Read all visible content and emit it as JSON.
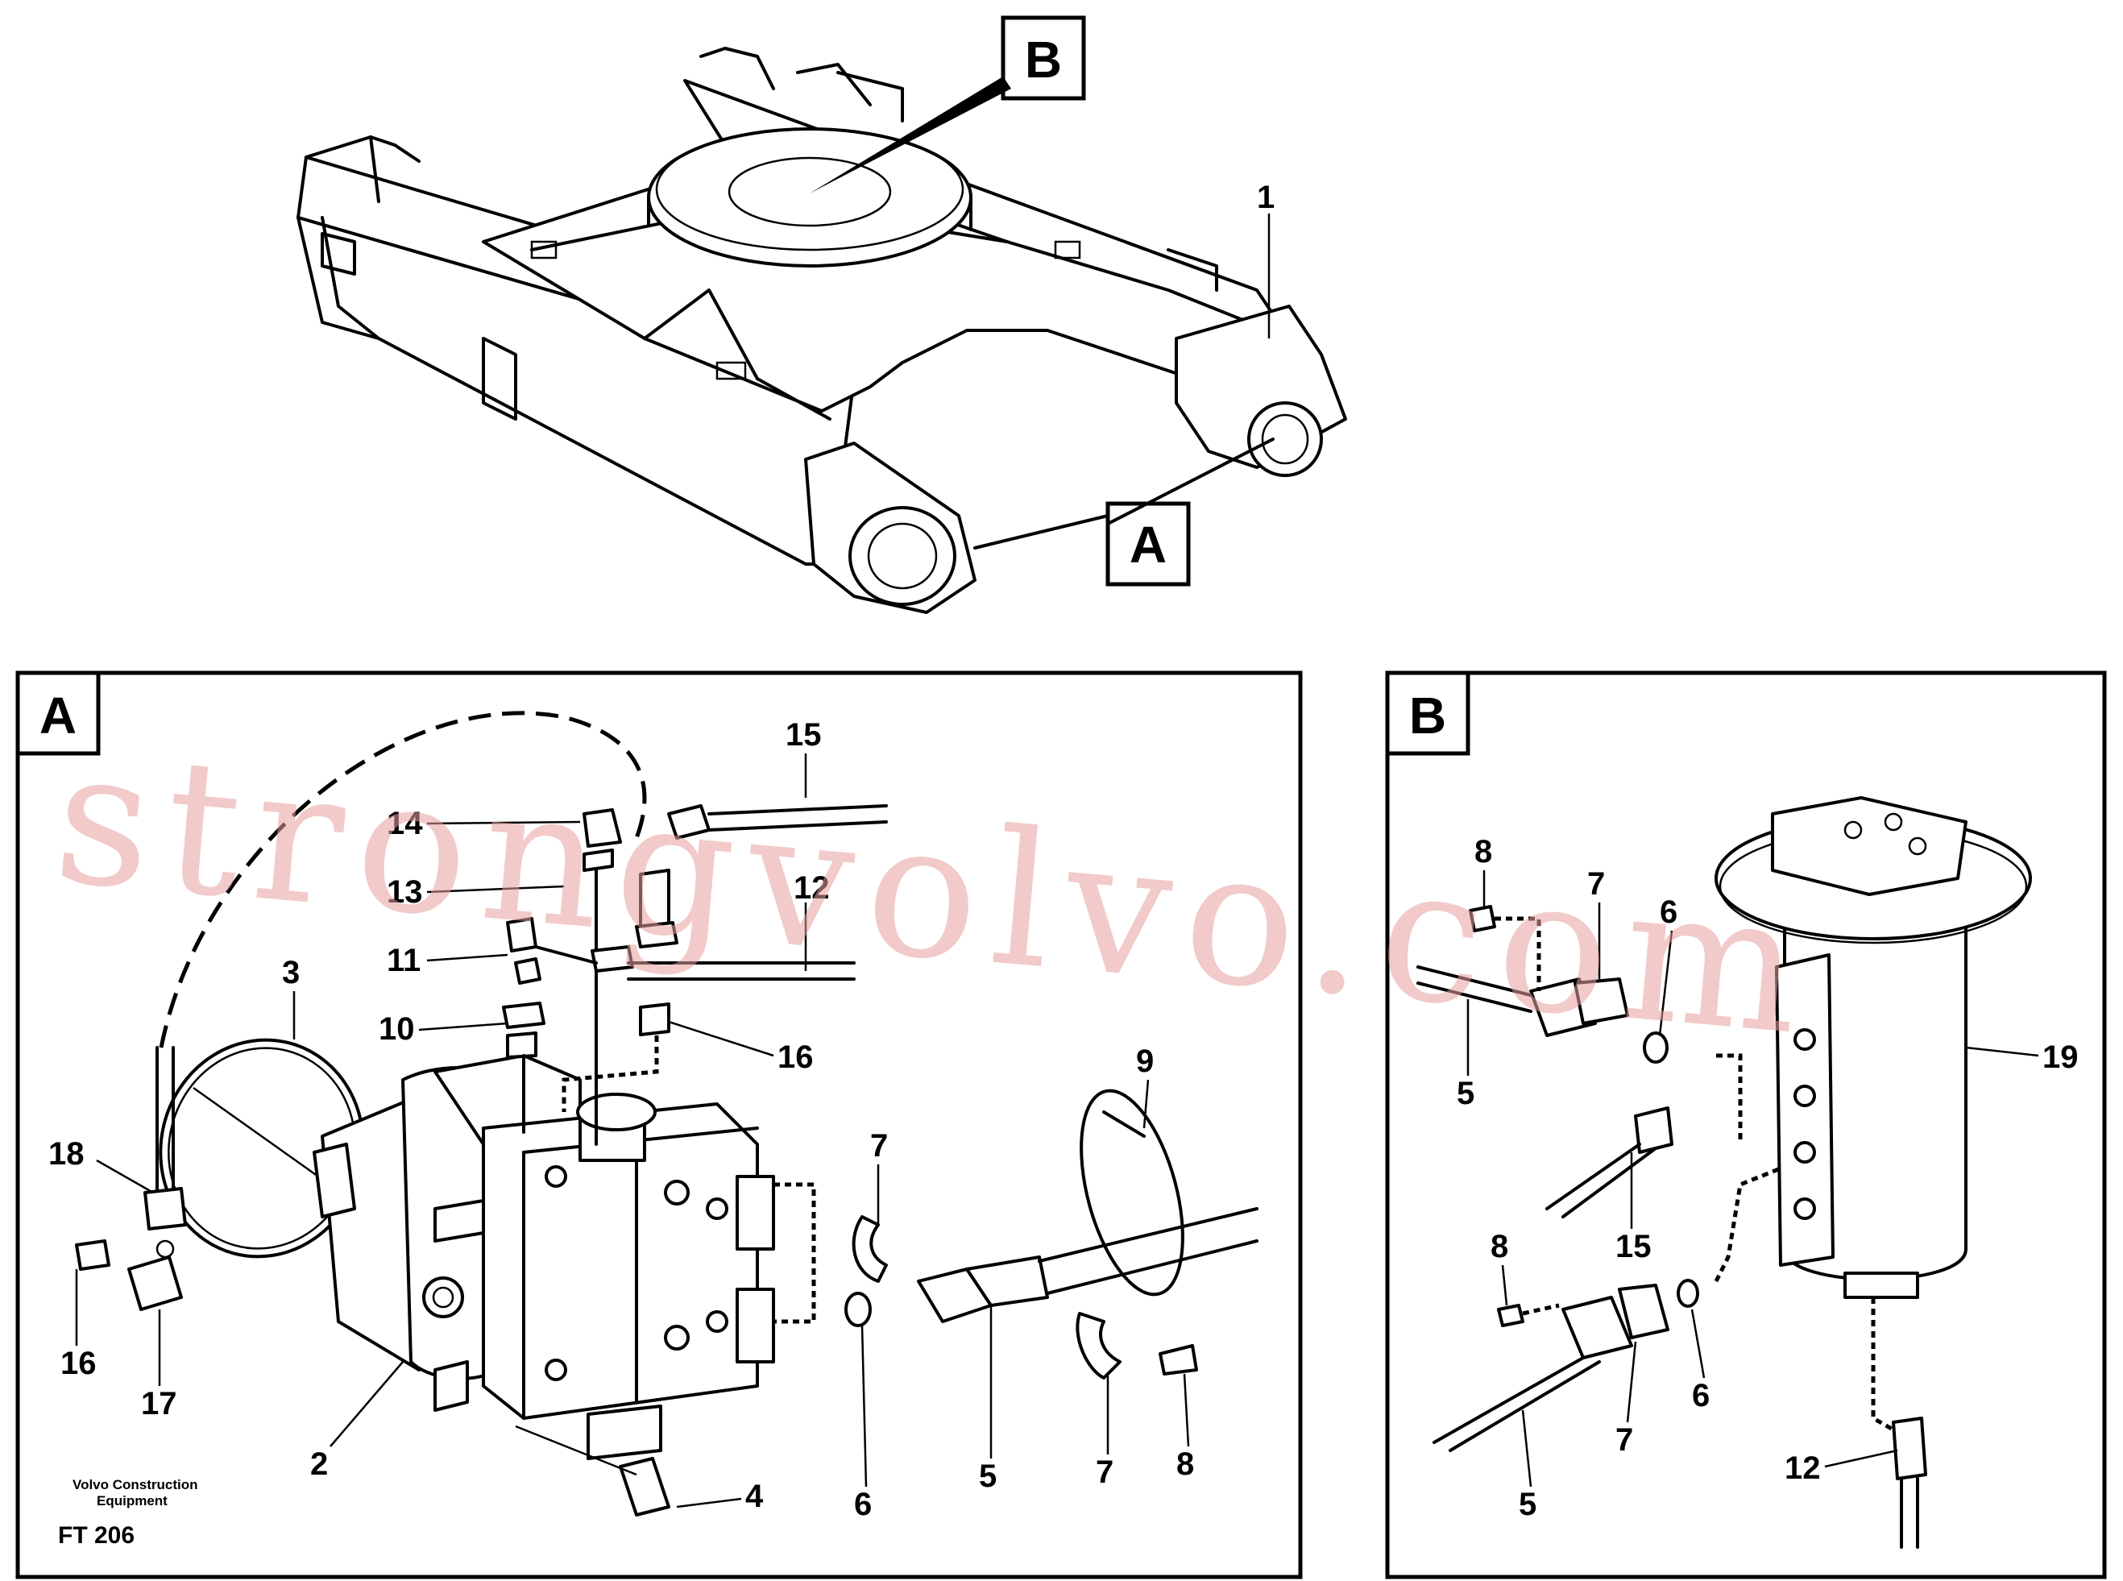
{
  "watermark": "strongvolvo.com",
  "callouts": {
    "B": "B",
    "A": "A",
    "one": "1"
  },
  "panel_a": {
    "tag": "A",
    "labels": {
      "l15": "15",
      "l14": "14",
      "l13": "13",
      "l12": "12",
      "l11": "11",
      "l10": "10",
      "l16a": "16",
      "l3": "3",
      "l18": "18",
      "l16b": "16",
      "l17": "17",
      "l2": "2",
      "l4": "4",
      "l6": "6",
      "l5": "5",
      "l7a": "7",
      "l7b": "7",
      "l8": "8",
      "l9": "9"
    },
    "footer_line1": "Volvo Construction",
    "footer_line2": "Equipment",
    "code": "FT 206"
  },
  "panel_b": {
    "tag": "B",
    "labels": {
      "l8a": "8",
      "l7a": "7",
      "l6a": "6",
      "l5a": "5",
      "l19": "19",
      "l15": "15",
      "l8b": "8",
      "l6b": "6",
      "l7b": "7",
      "l5b": "5",
      "l12": "12"
    }
  }
}
